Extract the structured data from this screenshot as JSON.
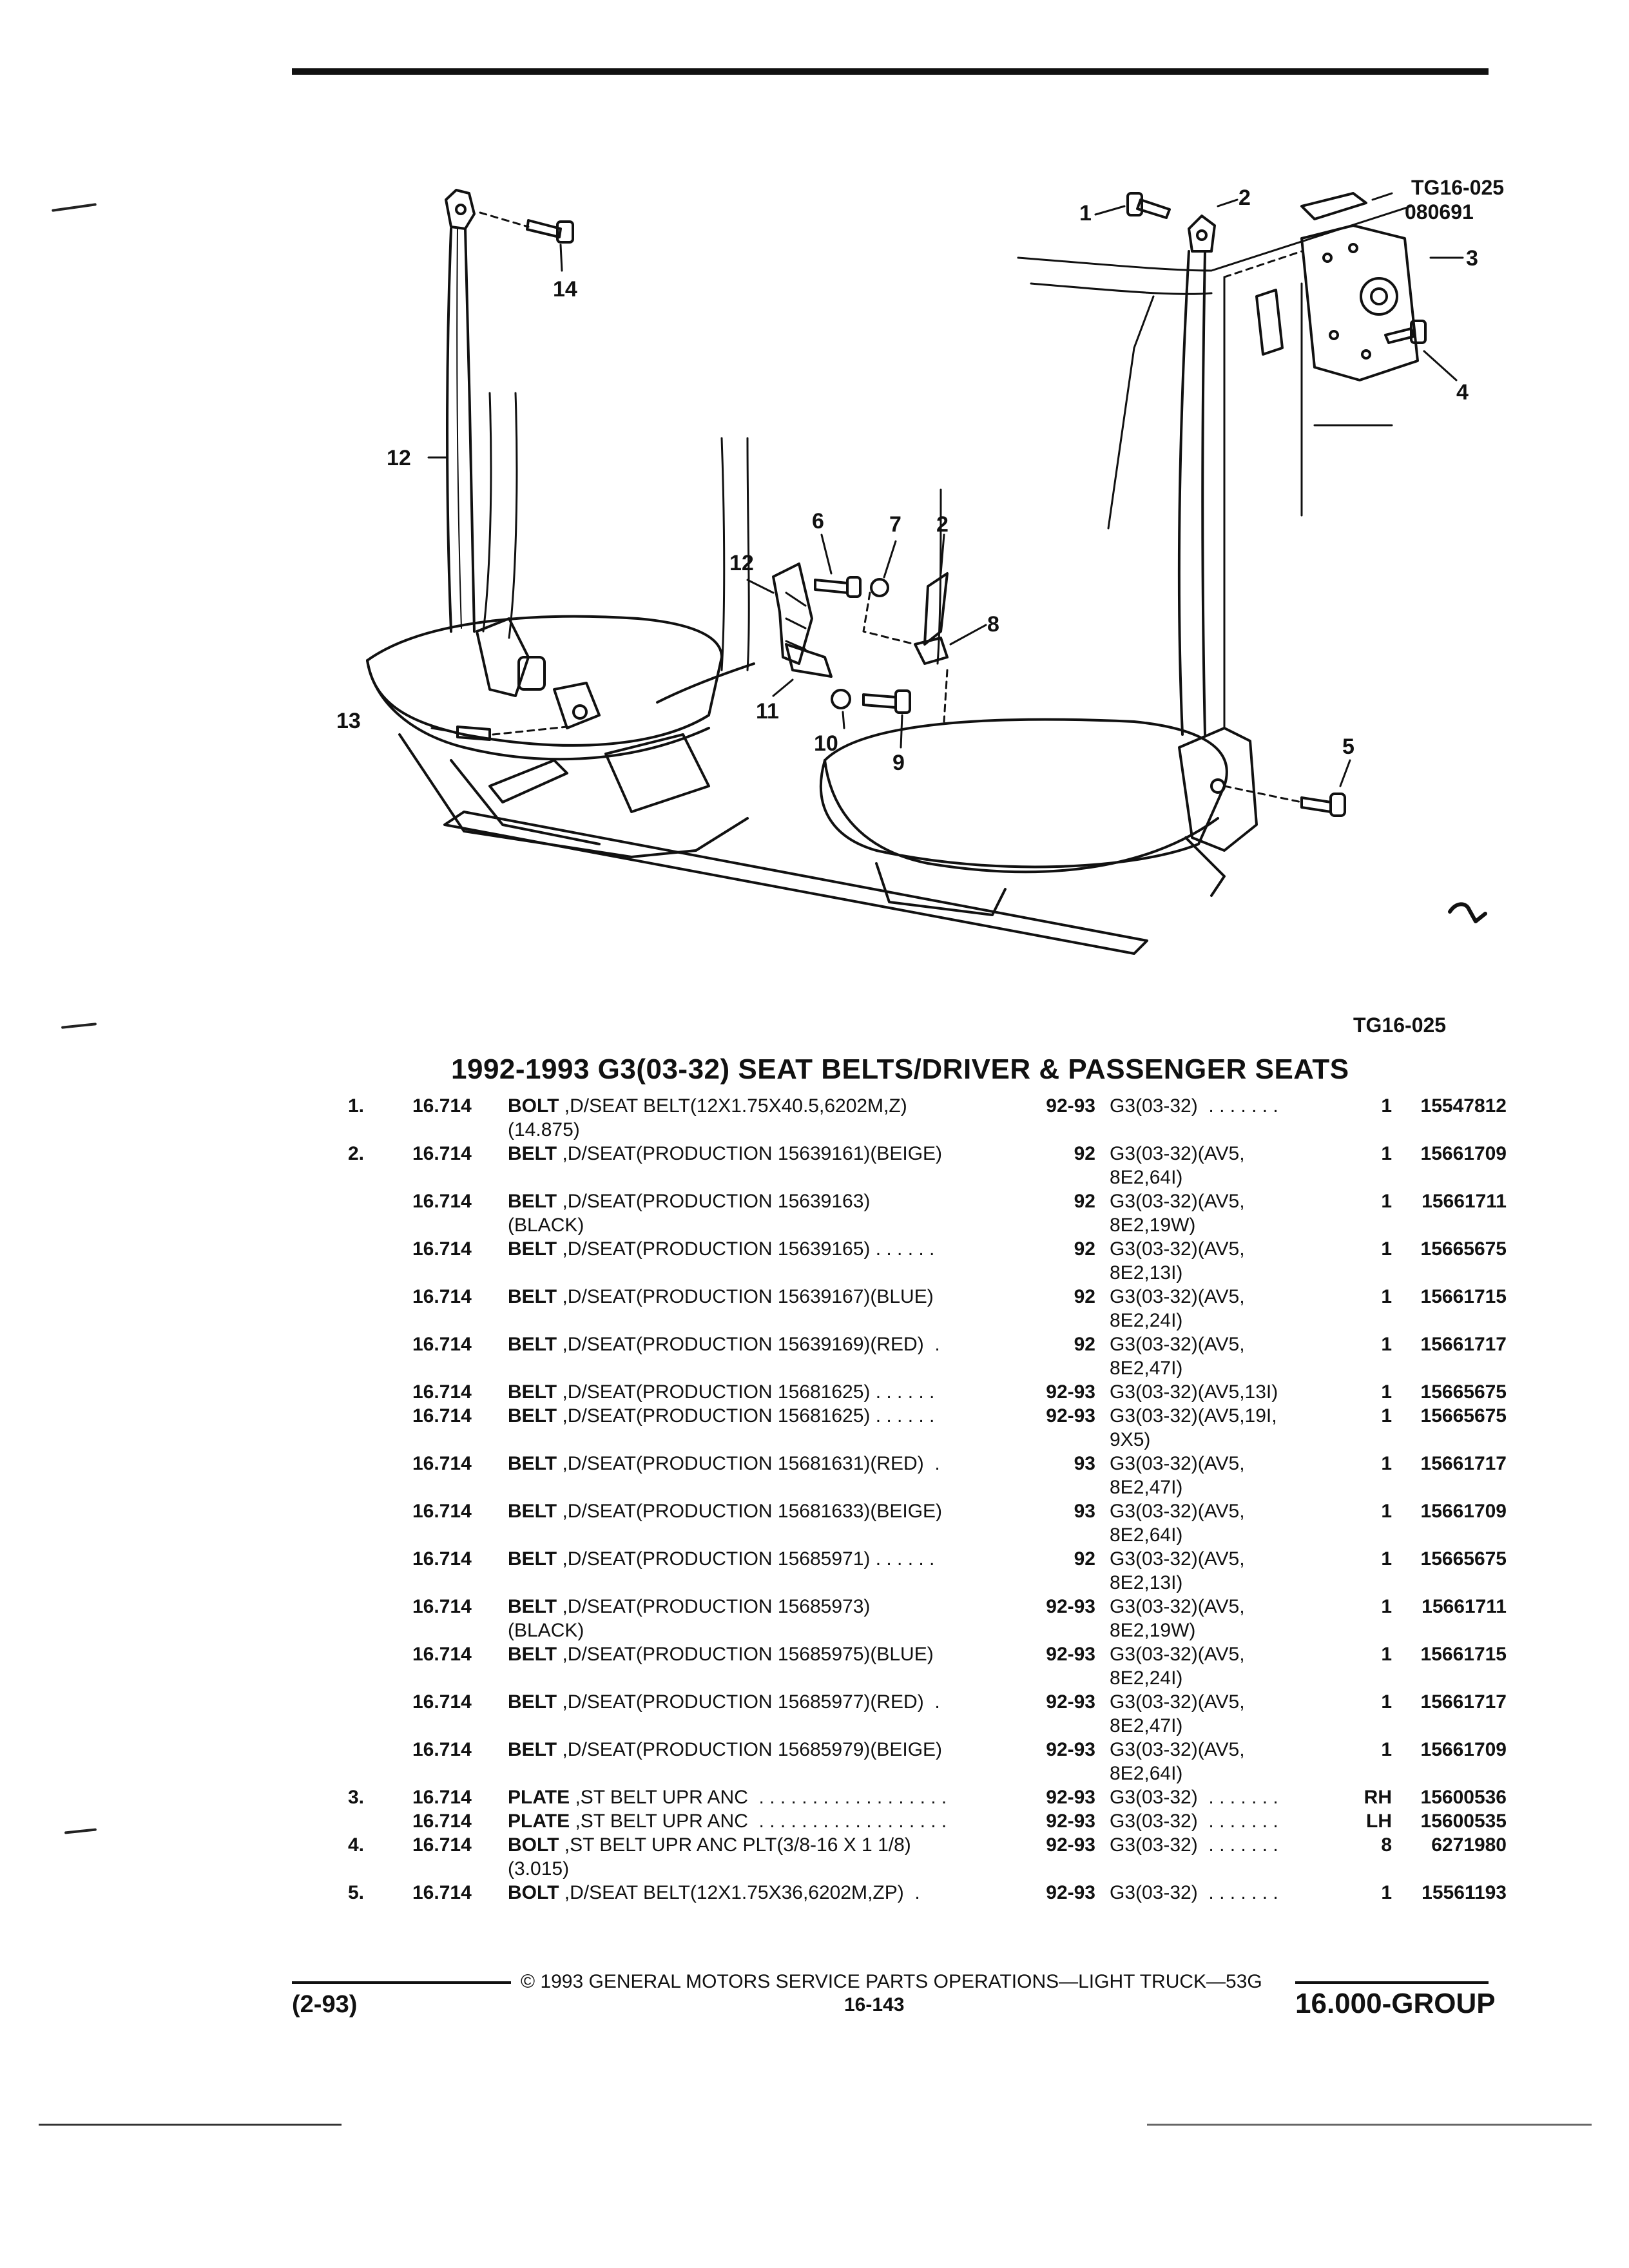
{
  "figure": {
    "code": "TG16-025",
    "date_code": "080691",
    "id_label": "TG16-025",
    "callouts": [
      "1",
      "2",
      "3",
      "4",
      "5",
      "6",
      "7",
      "2",
      "8",
      "9",
      "10",
      "11",
      "12",
      "12",
      "13",
      "14"
    ]
  },
  "section_title": "1992-1993 G3(03-32) SEAT BELTS/DRIVER & PASSENGER SEATS",
  "parts": [
    {
      "idx": "1.",
      "group": "16.714",
      "kw": "BOLT",
      "desc": " ,D/SEAT BELT(12X1.75X40.5,6202M,Z)",
      "desc2": "(14.875)",
      "years": "92-93",
      "model": "G3(03-32)  . . . . . . .",
      "model2": "",
      "qty": "1",
      "part_no": "15547812"
    },
    {
      "idx": "2.",
      "group": "16.714",
      "kw": "BELT",
      "desc": " ,D/SEAT(PRODUCTION 15639161)(BEIGE)",
      "desc2": "",
      "years": "92",
      "model": "G3(03-32)(AV5,",
      "model2": "8E2,64I)",
      "qty": "1",
      "part_no": "15661709"
    },
    {
      "idx": "",
      "group": "16.714",
      "kw": "BELT",
      "desc": " ,D/SEAT(PRODUCTION 15639163)",
      "desc2": "(BLACK)",
      "years": "92",
      "model": "G3(03-32)(AV5,",
      "model2": "8E2,19W)",
      "qty": "1",
      "part_no": "15661711"
    },
    {
      "idx": "",
      "group": "16.714",
      "kw": "BELT",
      "desc": " ,D/SEAT(PRODUCTION 15639165) . . . . . .",
      "desc2": "",
      "years": "92",
      "model": "G3(03-32)(AV5,",
      "model2": "8E2,13I)",
      "qty": "1",
      "part_no": "15665675"
    },
    {
      "idx": "",
      "group": "16.714",
      "kw": "BELT",
      "desc": " ,D/SEAT(PRODUCTION 15639167)(BLUE)",
      "desc2": "",
      "years": "92",
      "model": "G3(03-32)(AV5,",
      "model2": "8E2,24I)",
      "qty": "1",
      "part_no": "15661715"
    },
    {
      "idx": "",
      "group": "16.714",
      "kw": "BELT",
      "desc": " ,D/SEAT(PRODUCTION 15639169)(RED)  .",
      "desc2": "",
      "years": "92",
      "model": "G3(03-32)(AV5,",
      "model2": "8E2,47I)",
      "qty": "1",
      "part_no": "15661717"
    },
    {
      "idx": "",
      "group": "16.714",
      "kw": "BELT",
      "desc": " ,D/SEAT(PRODUCTION 15681625) . . . . . .",
      "desc2": "",
      "years": "92-93",
      "model": "G3(03-32)(AV5,13I)",
      "model2": "",
      "qty": "1",
      "part_no": "15665675"
    },
    {
      "idx": "",
      "group": "16.714",
      "kw": "BELT",
      "desc": " ,D/SEAT(PRODUCTION 15681625) . . . . . .",
      "desc2": "",
      "years": "92-93",
      "model": "G3(03-32)(AV5,19I,",
      "model2": "9X5)",
      "qty": "1",
      "part_no": "15665675"
    },
    {
      "idx": "",
      "group": "16.714",
      "kw": "BELT",
      "desc": " ,D/SEAT(PRODUCTION 15681631)(RED)  .",
      "desc2": "",
      "years": "93",
      "model": "G3(03-32)(AV5,",
      "model2": "8E2,47I)",
      "qty": "1",
      "part_no": "15661717"
    },
    {
      "idx": "",
      "group": "16.714",
      "kw": "BELT",
      "desc": " ,D/SEAT(PRODUCTION 15681633)(BEIGE)",
      "desc2": "",
      "years": "93",
      "model": "G3(03-32)(AV5,",
      "model2": "8E2,64I)",
      "qty": "1",
      "part_no": "15661709"
    },
    {
      "idx": "",
      "group": "16.714",
      "kw": "BELT",
      "desc": " ,D/SEAT(PRODUCTION 15685971) . . . . . .",
      "desc2": "",
      "years": "92",
      "model": "G3(03-32)(AV5,",
      "model2": "8E2,13I)",
      "qty": "1",
      "part_no": "15665675"
    },
    {
      "idx": "",
      "group": "16.714",
      "kw": "BELT",
      "desc": " ,D/SEAT(PRODUCTION 15685973)",
      "desc2": "(BLACK)",
      "years": "92-93",
      "model": "G3(03-32)(AV5,",
      "model2": "8E2,19W)",
      "qty": "1",
      "part_no": "15661711"
    },
    {
      "idx": "",
      "group": "16.714",
      "kw": "BELT",
      "desc": " ,D/SEAT(PRODUCTION 15685975)(BLUE)",
      "desc2": "",
      "years": "92-93",
      "model": "G3(03-32)(AV5,",
      "model2": "8E2,24I)",
      "qty": "1",
      "part_no": "15661715"
    },
    {
      "idx": "",
      "group": "16.714",
      "kw": "BELT",
      "desc": " ,D/SEAT(PRODUCTION 15685977)(RED)  .",
      "desc2": "",
      "years": "92-93",
      "model": "G3(03-32)(AV5,",
      "model2": "8E2,47I)",
      "qty": "1",
      "part_no": "15661717"
    },
    {
      "idx": "",
      "group": "16.714",
      "kw": "BELT",
      "desc": " ,D/SEAT(PRODUCTION 15685979)(BEIGE)",
      "desc2": "",
      "years": "92-93",
      "model": "G3(03-32)(AV5,",
      "model2": "8E2,64I)",
      "qty": "1",
      "part_no": "15661709"
    },
    {
      "idx": "3.",
      "group": "16.714",
      "kw": "PLATE",
      "desc": " ,ST BELT UPR ANC  . . . . . . . . . . . . . . . . . .",
      "desc2": "",
      "years": "92-93",
      "model": "G3(03-32)  . . . . . . .",
      "model2": "",
      "qty": "RH",
      "part_no": "15600536"
    },
    {
      "idx": "",
      "group": "16.714",
      "kw": "PLATE",
      "desc": " ,ST BELT UPR ANC  . . . . . . . . . . . . . . . . . .",
      "desc2": "",
      "years": "92-93",
      "model": "G3(03-32)  . . . . . . .",
      "model2": "",
      "qty": "LH",
      "part_no": "15600535"
    },
    {
      "idx": "4.",
      "group": "16.714",
      "kw": "BOLT",
      "desc": " ,ST BELT UPR ANC PLT(3/8-16 X 1 1/8)",
      "desc2": "(3.015)",
      "years": "92-93",
      "model": "G3(03-32)  . . . . . . .",
      "model2": "",
      "qty": "8",
      "part_no": "6271980"
    },
    {
      "idx": "5.",
      "group": "16.714",
      "kw": "BOLT",
      "desc": " ,D/SEAT BELT(12X1.75X36,6202M,ZP)  .",
      "desc2": "",
      "years": "92-93",
      "model": "G3(03-32)  . . . . . . .",
      "model2": "",
      "qty": "1",
      "part_no": "15561193"
    }
  ],
  "footer": {
    "copyright": "©  1993  GENERAL MOTORS SERVICE PARTS OPERATIONS—LIGHT TRUCK—53G",
    "date": "(2-93)",
    "page": "16-143",
    "group": "16.000-GROUP"
  }
}
